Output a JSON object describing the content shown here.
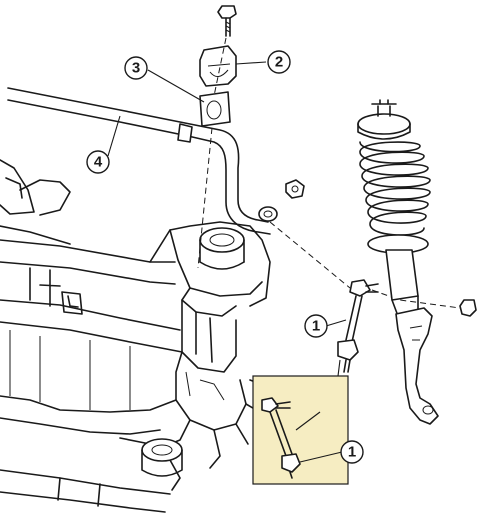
{
  "callouts": [
    {
      "id": "bushing-bracket",
      "label": "2"
    },
    {
      "id": "bushing",
      "label": "3"
    },
    {
      "id": "stabilizer-bar",
      "label": "4"
    },
    {
      "id": "stabilizer-link",
      "label": "1"
    },
    {
      "id": "inset-stabilizer-link",
      "label": "1"
    }
  ],
  "colors": {
    "ink": "#1a1a1a",
    "paper": "#ffffff",
    "inset_background": "#f6edc2"
  }
}
